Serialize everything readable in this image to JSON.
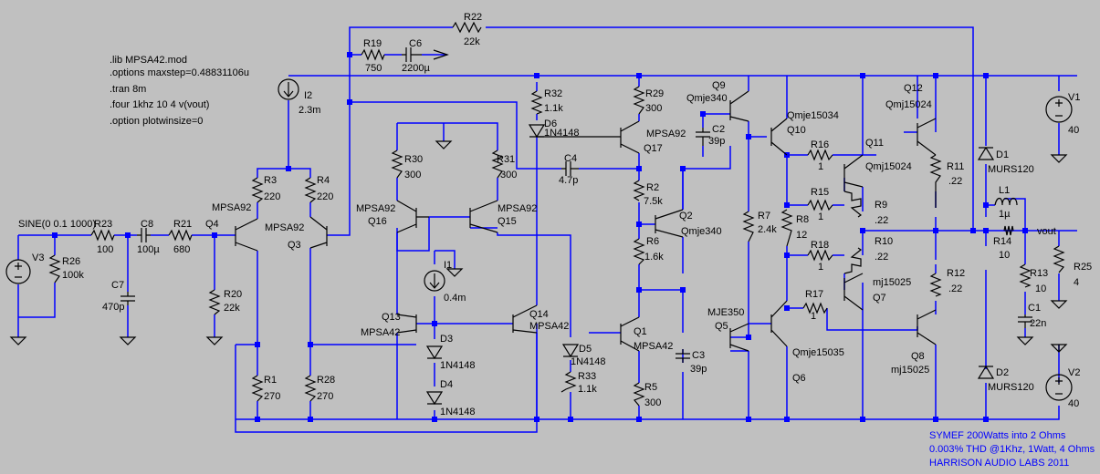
{
  "directives": [
    ".lib MPSA42.mod",
    ".options maxstep=0.48831106u",
    ".tran 8m",
    ".four 1khz 10 4 v(vout)",
    ".option plotwinsize=0"
  ],
  "source_text": "SINE(0 0.1 1000)",
  "components": {
    "V1": {
      "name": "V1",
      "value": "40"
    },
    "V2": {
      "name": "V2",
      "value": "40"
    },
    "V3": {
      "name": "V3",
      "value": ""
    },
    "R26": {
      "name": "R26",
      "value": "100k"
    },
    "R23": {
      "name": "R23",
      "value": "100"
    },
    "C8": {
      "name": "C8",
      "value": "100µ"
    },
    "R21": {
      "name": "R21",
      "value": "680"
    },
    "C7": {
      "name": "C7",
      "value": "470p"
    },
    "R20": {
      "name": "R20",
      "value": "22k"
    },
    "Q4": {
      "name": "Q4",
      "value": "MPSA92"
    },
    "Q3": {
      "name": "Q3",
      "value": "MPSA92"
    },
    "R3": {
      "name": "R3",
      "value": "220"
    },
    "R4": {
      "name": "R4",
      "value": "220"
    },
    "R1": {
      "name": "R1",
      "value": "270"
    },
    "R28": {
      "name": "R28",
      "value": "270"
    },
    "I2": {
      "name": "I2",
      "value": "2.3m"
    },
    "R19": {
      "name": "R19",
      "value": "750"
    },
    "C6": {
      "name": "C6",
      "value": "2200µ"
    },
    "R22": {
      "name": "R22",
      "value": "22k"
    },
    "R30": {
      "name": "R30",
      "value": "300"
    },
    "R31": {
      "name": "R31",
      "value": "300"
    },
    "Q16": {
      "name": "Q16",
      "value": "MPSA92"
    },
    "Q15": {
      "name": "Q15",
      "value": "MPSA92"
    },
    "I1": {
      "name": "I1",
      "value": "0.4m"
    },
    "Q13": {
      "name": "Q13",
      "value": "MPSA42"
    },
    "Q14": {
      "name": "Q14",
      "value": "MPSA42"
    },
    "D3": {
      "name": "D3",
      "value": "1N4148"
    },
    "D4": {
      "name": "D4",
      "value": "1N4148"
    },
    "R32": {
      "name": "R32",
      "value": "1.1k"
    },
    "D6": {
      "name": "D6",
      "value": "1N4148"
    },
    "C4": {
      "name": "C4",
      "value": "4.7p"
    },
    "D5": {
      "name": "D5",
      "value": "1N4148"
    },
    "R33": {
      "name": "R33",
      "value": "1.1k"
    },
    "R29": {
      "name": "R29",
      "value": "300"
    },
    "Q17": {
      "name": "Q17",
      "value": "MPSA92"
    },
    "R2": {
      "name": "R2",
      "value": "7.5k"
    },
    "R6": {
      "name": "R6",
      "value": "1.6k"
    },
    "Q2": {
      "name": "Q2",
      "value": "Qmje340"
    },
    "Q1": {
      "name": "Q1",
      "value": "MPSA42"
    },
    "R5": {
      "name": "R5",
      "value": "300"
    },
    "C3": {
      "name": "C3",
      "value": "39p"
    },
    "C2": {
      "name": "C2",
      "value": "39p"
    },
    "Q9": {
      "name": "Q9",
      "value": "Qmje340"
    },
    "Q5": {
      "name": "Q5",
      "value": "MJE350"
    },
    "R7": {
      "name": "R7",
      "value": "2.4k"
    },
    "Q10": {
      "name": "Q10",
      "value": "Qmje15034"
    },
    "Q6": {
      "name": "Q6",
      "value": "Qmje15035"
    },
    "R8": {
      "name": "R8",
      "value": "12"
    },
    "R16": {
      "name": "R16",
      "value": "1"
    },
    "R15": {
      "name": "R15",
      "value": "1"
    },
    "R18": {
      "name": "R18",
      "value": "1"
    },
    "R17": {
      "name": "R17",
      "value": "1"
    },
    "Q11": {
      "name": "Q11",
      "value": "Qmj15024"
    },
    "Q12": {
      "name": "Q12",
      "value": "Qmj15024"
    },
    "Q7": {
      "name": "Q7",
      "value": "mj15025"
    },
    "Q8": {
      "name": "Q8",
      "value": "mj15025"
    },
    "R9": {
      "name": "R9",
      "value": ".22"
    },
    "R10": {
      "name": "R10",
      "value": ".22"
    },
    "R11": {
      "name": "R11",
      "value": ".22"
    },
    "R12": {
      "name": "R12",
      "value": ".22"
    },
    "D1": {
      "name": "D1",
      "value": "MURS120"
    },
    "D2": {
      "name": "D2",
      "value": "MURS120"
    },
    "L1": {
      "name": "L1",
      "value": "1µ"
    },
    "R14": {
      "name": "R14",
      "value": "10"
    },
    "R13": {
      "name": "R13",
      "value": "10"
    },
    "C1": {
      "name": "C1",
      "value": "22n"
    },
    "R25": {
      "name": "R25",
      "value": "4"
    }
  },
  "net_labels": {
    "vout": "vout"
  },
  "notes": [
    "SYMEF 200Watts into 2 Ohms",
    "0.003% THD @1Khz, 1Watt, 4 Ohms",
    "HARRISON AUDIO LABS 2011"
  ],
  "colors": {
    "background": "#c0c0c0",
    "wire": "#0000ff",
    "component": "#000000",
    "note": "#0000ff"
  }
}
